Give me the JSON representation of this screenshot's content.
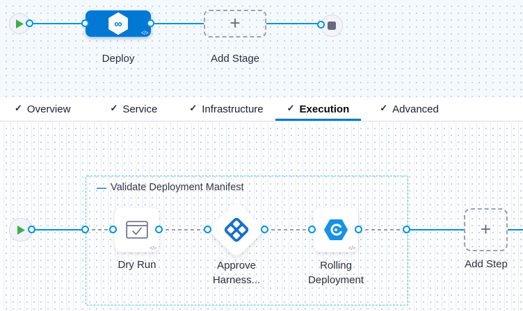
{
  "colors": {
    "primary_blue": "#0278d5",
    "line_blue": "#0092e4",
    "group_border_cyan": "#45c6d6",
    "play_green": "#3eae49",
    "icon_gray": "#6b6d85",
    "dash_gray": "#9a9ab0"
  },
  "stage_canvas": {
    "stage": {
      "label": "Deploy",
      "icon": "harness-hexagon-infinity-icon",
      "infinity_glyph": "∞",
      "code_badge": "</>"
    },
    "add_stage": {
      "label": "Add Stage",
      "plus_glyph": "+"
    }
  },
  "tabs": [
    {
      "label": "Overview",
      "check": "✓",
      "active": false
    },
    {
      "label": "Service",
      "check": "✓",
      "active": false
    },
    {
      "label": "Infrastructure",
      "check": "✓",
      "active": false
    },
    {
      "label": "Execution",
      "check": "✓",
      "active": true
    },
    {
      "label": "Advanced",
      "check": "✓",
      "active": false
    }
  ],
  "execution_canvas": {
    "group": {
      "label": "Validate Deployment Manifest",
      "collapse_glyph": "—"
    },
    "steps": [
      {
        "name": "Dry Run",
        "icon": "window-check-icon",
        "code_badge": "</>"
      },
      {
        "name": "Approve Harness...",
        "icon": "approval-diamonds-icon"
      },
      {
        "name": "Rolling Deployment",
        "icon": "rolling-deployment-icon",
        "code_badge": "</>"
      }
    ],
    "add_step": {
      "label": "Add Step",
      "plus_glyph": "+"
    }
  }
}
